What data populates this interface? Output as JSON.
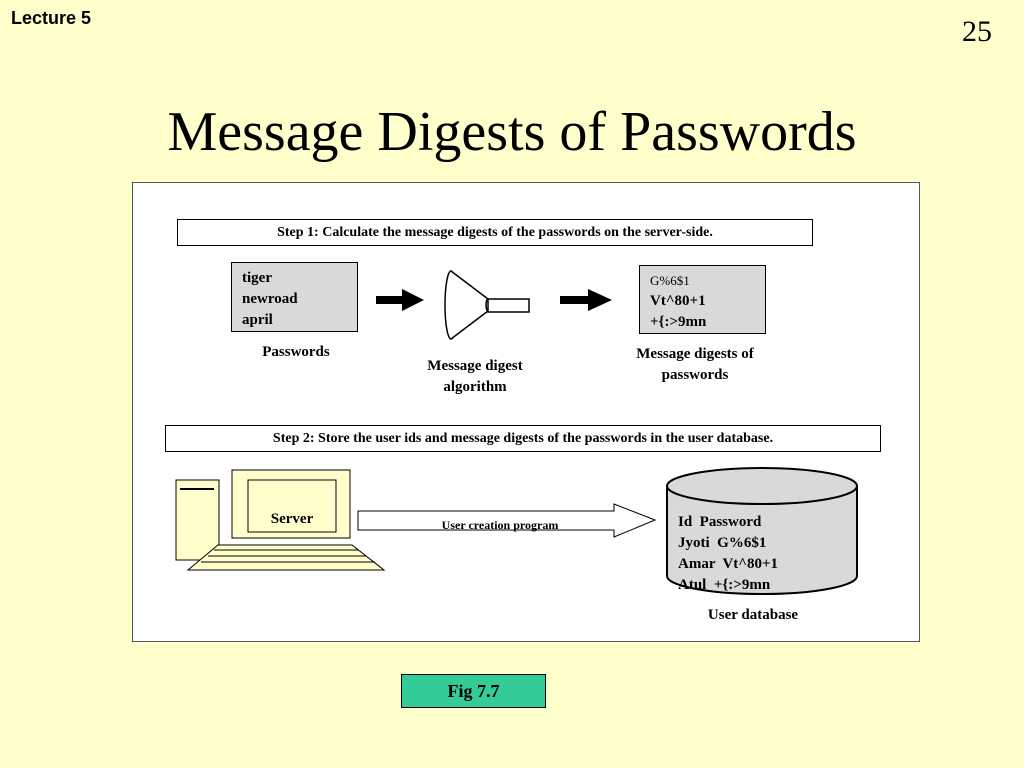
{
  "header": {
    "lecture": "Lecture 5",
    "slide_number": "25"
  },
  "title": "Message Digests of Passwords",
  "step1": {
    "caption": "Step 1: Calculate the message digests of the passwords on the server-side.",
    "passwords": [
      "tiger",
      "newroad",
      "april"
    ],
    "passwords_label": "Passwords",
    "algorithm_label": [
      "Message digest",
      "algorithm"
    ],
    "digests": [
      "G%6$1",
      "Vt^80+1",
      "+{:>9mn"
    ],
    "digests_label": [
      "Message digests of",
      "passwords"
    ]
  },
  "step2": {
    "caption": "Step 2: Store the user ids and message digests of the passwords in the user database.",
    "server_label": "Server",
    "program_label": "User creation program",
    "db_rows": [
      "Id  Password",
      "Jyoti  G%6$1",
      "Amar  Vt^80+1",
      "Atul  +{:>9mn"
    ],
    "db_label": "User database"
  },
  "figure": "Fig 7.7"
}
